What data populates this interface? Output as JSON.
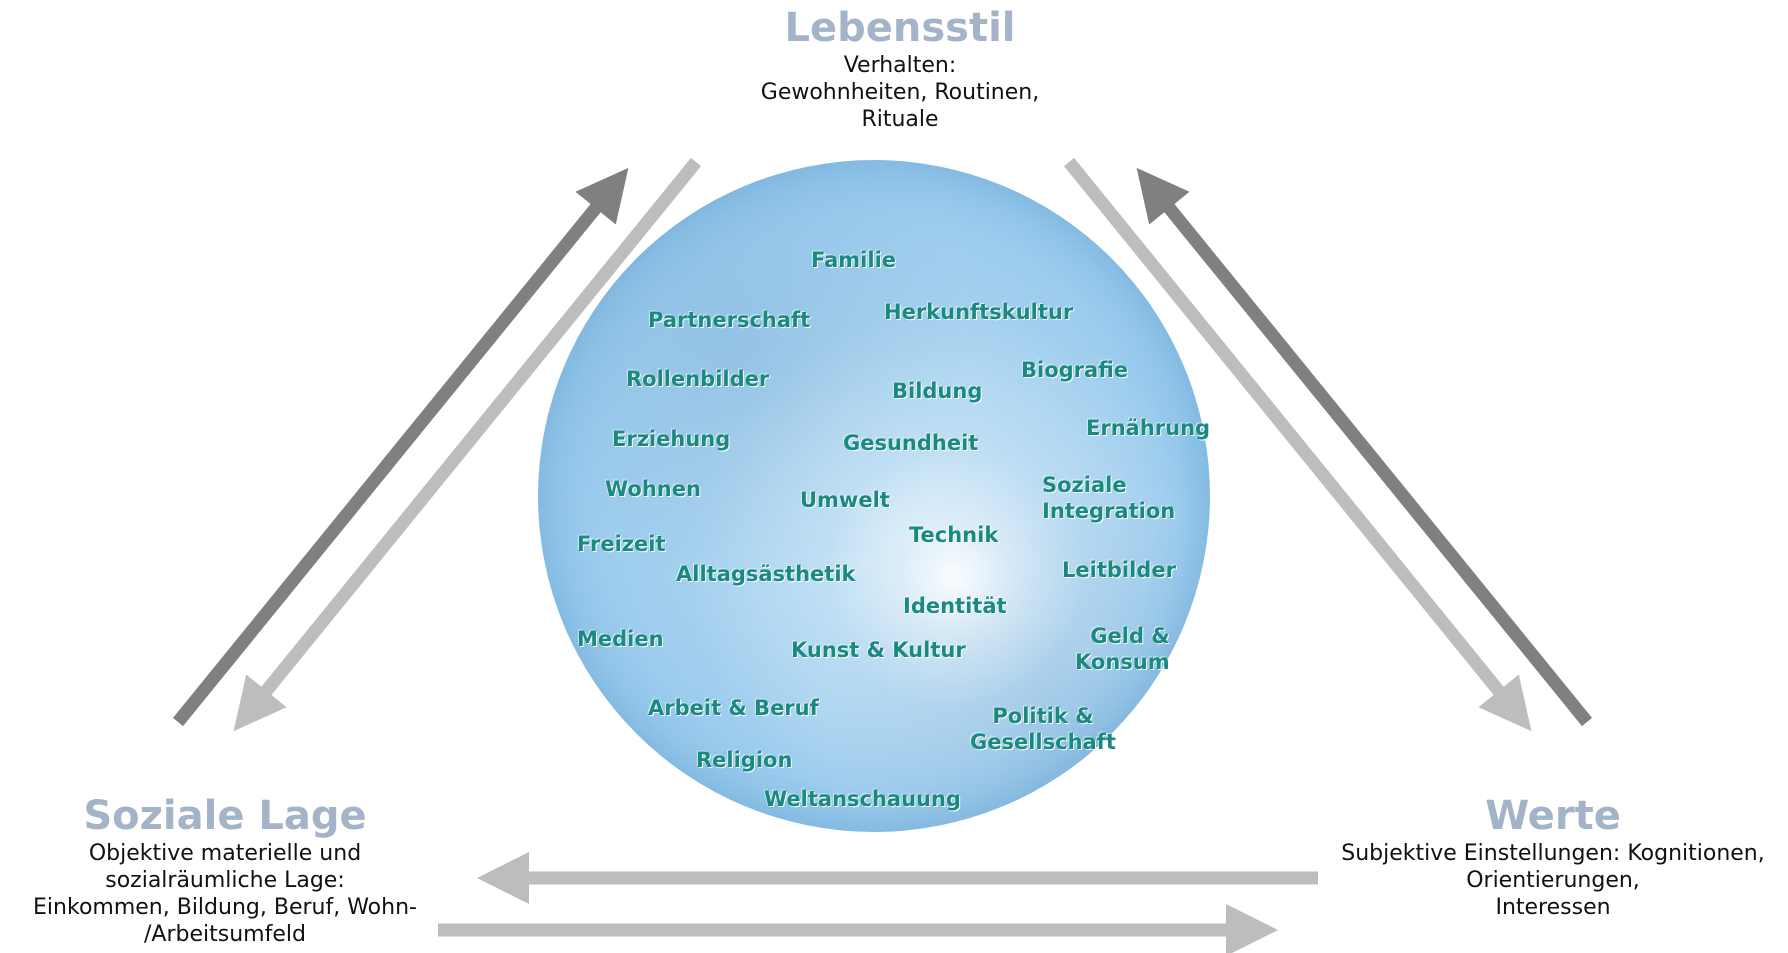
{
  "nodes": {
    "lifestyle": {
      "title": "Lebensstil",
      "description": "Verhalten:\nGewohnheiten, Routinen,\nRituale"
    },
    "social": {
      "title": "Soziale Lage",
      "description": "Objektive materielle und\nsozialräumliche Lage:\nEinkommen, Bildung, Beruf, Wohn-\n/Arbeitsumfeld"
    },
    "values": {
      "title": "Werte",
      "description": "Subjektive Einstellungen: Kognitionen,\nOrientierungen,\nInteressen"
    }
  },
  "topics": [
    "Familie",
    "Partnerschaft",
    "Herkunftskultur",
    "Rollenbilder",
    "Bildung",
    "Biografie",
    "Erziehung",
    "Gesundheit",
    "Ernährung",
    "Wohnen",
    "Umwelt",
    "Soziale\nIntegration",
    "Freizeit",
    "Technik",
    "Alltagsästhetik",
    "Leitbilder",
    "Identität",
    "Medien",
    "Kunst & Kultur",
    "Geld &\nKonsum",
    "Arbeit & Beruf",
    "Politik &\nGesellschaft",
    "Religion",
    "Weltanschauung"
  ],
  "colors": {
    "title": "#a4b4c8",
    "topic_text": "#1a8a80",
    "arrow_dark": "#808080",
    "arrow_light": "#bdbdbd"
  }
}
